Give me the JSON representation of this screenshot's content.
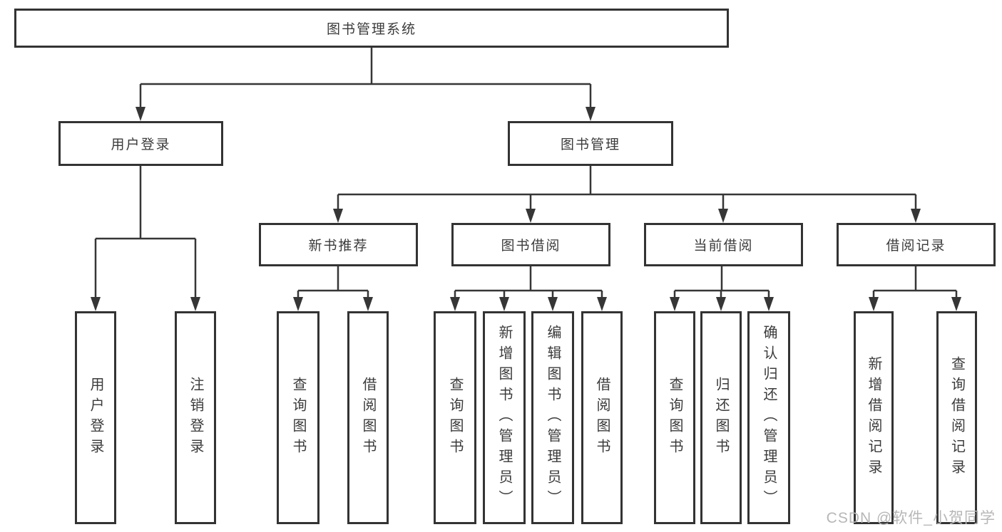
{
  "diagram": {
    "title": "图书管理系统",
    "level2": [
      {
        "label": "用户登录"
      },
      {
        "label": "图书管理"
      }
    ],
    "level3": [
      {
        "label": "新书推荐"
      },
      {
        "label": "图书借阅"
      },
      {
        "label": "当前借阅"
      },
      {
        "label": "借阅记录"
      }
    ],
    "leaves": [
      {
        "label": "用户登录"
      },
      {
        "label": "注销登录"
      },
      {
        "label": "查询图书"
      },
      {
        "label": "借阅图书"
      },
      {
        "label": "查询图书"
      },
      {
        "label": "新增图书（管理员）"
      },
      {
        "label": "编辑图书（管理员）"
      },
      {
        "label": "借阅图书"
      },
      {
        "label": "查询图书"
      },
      {
        "label": "归还图书"
      },
      {
        "label": "确认归还（管理员）"
      },
      {
        "label": "新增借阅记录"
      },
      {
        "label": "查询借阅记录"
      }
    ],
    "watermark": "CSDN @软件_小贺同学",
    "colors": {
      "line": "#363636",
      "border": "#333333",
      "text": "#3b3b3b",
      "watermark": "#b7b7b7",
      "background": "#ffffff"
    }
  }
}
